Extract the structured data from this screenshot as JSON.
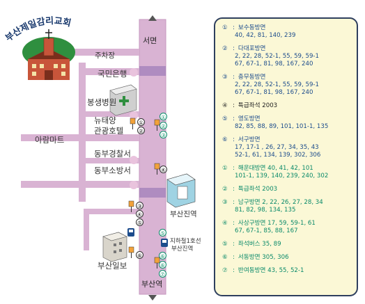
{
  "church_name": "부산제일감리교회",
  "stations": {
    "north": "서면",
    "busan_station": "부산진역",
    "south": "부산역"
  },
  "landmarks": {
    "parking": "주차장",
    "bank": "국민은행",
    "hospital": "봉생병원",
    "hotel_line1": "뉴태양",
    "hotel_line2": "관광호텔",
    "mart": "아람마트",
    "police": "동부경찰서",
    "fire": "동부소방서",
    "busanjin": "부산진역",
    "subway_line1": "지하철1호선",
    "subway_line2": "부산진역",
    "newspaper": "부산일보"
  },
  "map_stop_numbers": {
    "hotel_col1": [
      "①",
      "②"
    ],
    "hotel_col2": [
      "①",
      "②",
      "③"
    ],
    "police": [
      "④"
    ],
    "left_group": [
      "③",
      "④",
      "⑤"
    ],
    "right_group": [
      "⑤",
      "⑥"
    ],
    "newspaper": [
      "⑥"
    ],
    "bottom": [
      "⑥",
      "⑦"
    ]
  },
  "routes": [
    {
      "num": "①",
      "color": "blue",
      "text": "보수동방면",
      "body": "40, 42, 81, 140, 239"
    },
    {
      "num": "②",
      "color": "blue",
      "text": "다대포방면",
      "body": "2, 22, 28, 52-1, 55, 59, 59-1\n67, 67-1, 81, 98, 167, 240"
    },
    {
      "num": "③",
      "color": "blue",
      "text": "충무동방면",
      "body": "2, 22, 28, 52-1, 55, 59, 59-1\n67, 67-1, 81, 98, 167, 240"
    },
    {
      "num": "④",
      "color": "black",
      "text": "특급좌석 2003",
      "body": ""
    },
    {
      "num": "⑤",
      "color": "blue",
      "text": "영도방면",
      "body": "82, 85, 88, 89, 101, 101-1, 135"
    },
    {
      "num": "⑥",
      "color": "blue",
      "text": "서구방면",
      "body": "17, 17-1 , 26, 27, 34, 35, 43\n52-1, 61, 134, 139, 302, 306"
    },
    {
      "num": "①",
      "color": "green",
      "text": "해운대방면  40, 41, 42, 101",
      "body": "101-1, 139, 140, 239, 240, 302"
    },
    {
      "num": "②",
      "color": "green",
      "text": "특급좌석  2003",
      "body": ""
    },
    {
      "num": "③",
      "color": "green",
      "text": "남구방면  2, 22, 26, 27, 28, 34",
      "body": "81, 82, 98, 134, 135"
    },
    {
      "num": "④",
      "color": "green",
      "text": "사상구방면  17, 59, 59-1, 61",
      "body": "67, 67-1, 85, 88, 167"
    },
    {
      "num": "⑤",
      "color": "green",
      "text": "좌석버스  35, 89",
      "body": ""
    },
    {
      "num": "⑥",
      "color": "green",
      "text": "서동방면  305, 306",
      "body": ""
    },
    {
      "num": "⑦",
      "color": "green",
      "text": "반여동방면  43, 55, 52-1",
      "body": ""
    }
  ],
  "colors": {
    "road": "#d9b3d3",
    "road_edge": "#c597bf",
    "panel_bg": "#fbf8d6",
    "panel_border": "#2e3f5e",
    "blue_text": "#1c4c8c",
    "green_text": "#0a8a6a",
    "church_green": "#2f8f3f"
  }
}
